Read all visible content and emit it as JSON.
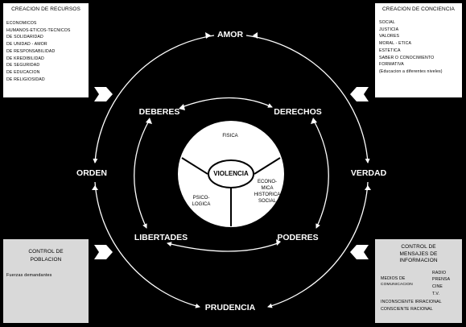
{
  "diagram": {
    "center": "VIOLENCIA",
    "segments": {
      "top": "FISICA",
      "right": [
        "ECONO-",
        "MICA",
        "HISTORICA",
        "SOCIAL"
      ],
      "left": [
        "PSICO-",
        "LOGICA"
      ]
    },
    "outer_ring": {
      "top": "AMOR",
      "right": "VERDAD",
      "bottom": "PRUDENCIA",
      "left": "ORDEN"
    },
    "inner_ring": {
      "top_left": "DEBERES",
      "top_right": "DERECHOS",
      "bottom_left": "LIBERTADES",
      "bottom_right": "PODERES"
    }
  },
  "boxes": {
    "top_left": {
      "title": "CREACION DE RECURSOS",
      "items": [
        "ECONOMICOS",
        "HUMANOS-ETICOS-TECNICOS",
        "DE SOLIDARIDAD",
        "DE UNIDAD - AMOR",
        "DE RESPONSABILIDAD",
        "DE KREDIBILIDAD",
        "DE SEGURIDAD",
        "DE EDUCACION",
        "DE RELIGIOSIDAD"
      ]
    },
    "top_right": {
      "title": "CREACION DE CONCIENCIA",
      "items": [
        "SOCIAL",
        "JUSTICIA",
        "VALORES",
        "MORAL - ETICA",
        "ESTETICA",
        "SABER O CONOCIMIENTO",
        "FORMATIVA",
        "(Educacion a diferentes niveles)"
      ]
    },
    "bottom_left": {
      "title_lines": [
        "CONTROL DE",
        "POBLACION"
      ],
      "item": "Fuerzas demandantes"
    },
    "bottom_right": {
      "title_lines": [
        "CONTROL DE",
        "MENSAJES DE",
        "INFORMACION"
      ],
      "media_label": [
        "MEDIOS DE",
        "COMUNICACION"
      ],
      "media_items": [
        "RADIO",
        "PRENSA",
        "CINE",
        "T.V."
      ],
      "footer": [
        "INCONSCIENTE IRRACIONAL",
        "CONSCIENTE RACIONAL"
      ]
    }
  },
  "colors": {
    "background": "#000000",
    "ring": "#ffffff",
    "box_white": "#ffffff",
    "box_gray": "#d9d9d9"
  }
}
